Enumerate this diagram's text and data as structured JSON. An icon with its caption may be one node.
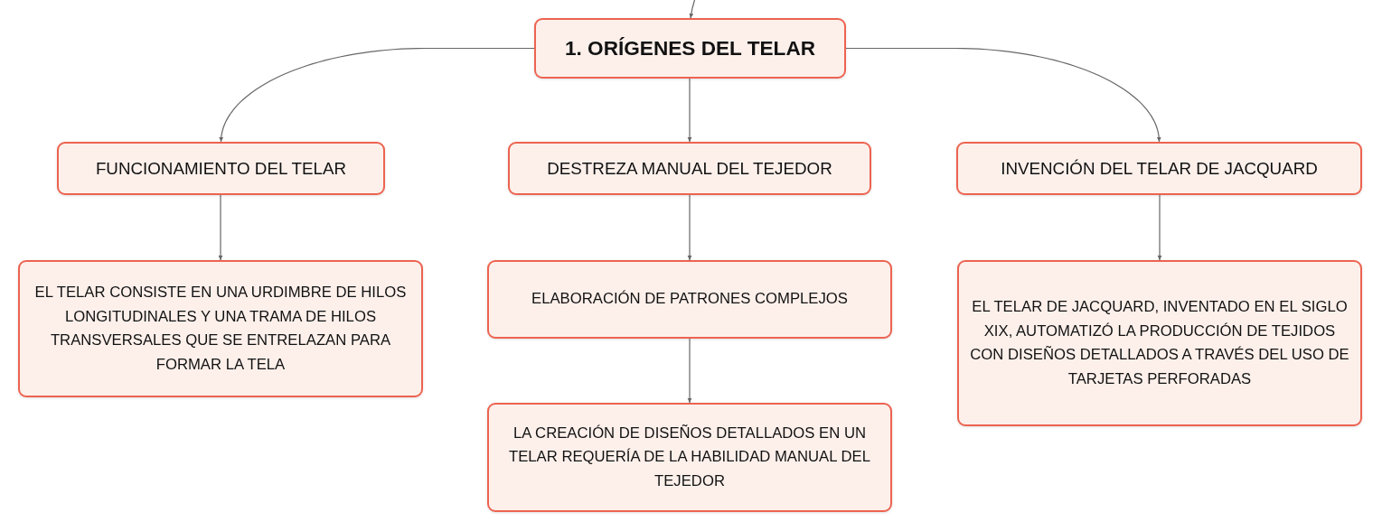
{
  "diagram": {
    "nodes": [
      {
        "text": [
          "1. ORÍGENES DEL TELAR"
        ]
      },
      {
        "text": [
          "FUNCIONAMIENTO DEL TELAR"
        ]
      },
      {
        "text": [
          "DESTREZA MANUAL DEL TEJEDOR"
        ]
      },
      {
        "text": [
          "INVENCIÓN DEL TELAR DE JACQUARD"
        ]
      },
      {
        "text": [
          "EL TELAR CONSISTE EN UNA URDIMBRE DE HILOS LONGITUDINALES Y UNA TRAMA DE HILOS TRANSVERSALES QUE SE ENTRELAZAN PARA FORMAR LA TELA"
        ]
      },
      {
        "text": [
          "ELABORACIÓN DE PATRONES COMPLEJOS"
        ]
      },
      {
        "text": [
          "EL TELAR DE JACQUARD, INVENTADO EN EL SIGLO XIX, AUTOMATIZÓ LA PRODUCCIÓN DE TEJIDOS CON DISEÑOS DETALLADOS A TRAVÉS DEL USO DE TARJETAS PERFORADAS"
        ]
      },
      {
        "text": [
          "LA CREACIÓN DE DISEÑOS DETALLADOS EN UN TELAR REQUERÍA DE LA HABILIDAD MANUAL DEL TEJEDOR"
        ]
      }
    ],
    "edges": [
      {
        "from": null,
        "to": 0,
        "arrow": "to"
      },
      {
        "from": 0,
        "to": 1,
        "arrow": "to"
      },
      {
        "from": 0,
        "to": 2,
        "arrow": "to"
      },
      {
        "from": 0,
        "to": 3,
        "arrow": "to"
      },
      {
        "from": 1,
        "to": 4,
        "arrow": "to"
      },
      {
        "from": 2,
        "to": 5,
        "arrow": "to"
      },
      {
        "from": 3,
        "to": 6,
        "arrow": "to"
      },
      {
        "from": 5,
        "to": 7,
        "arrow": "to"
      }
    ]
  }
}
